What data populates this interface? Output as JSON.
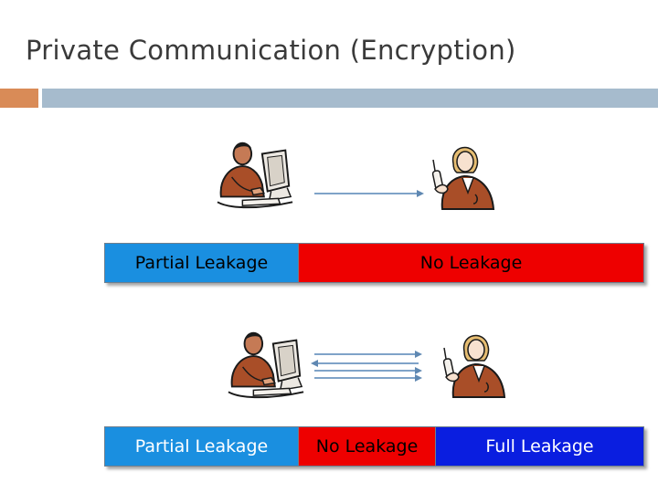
{
  "title": "Private Communication (Encryption)",
  "colors": {
    "accent_orange": "#d98b57",
    "accent_blue": "#a6bbcd",
    "partial": "#1a8fe0",
    "no_leakage": "#ee0000",
    "full": "#0a1ee0",
    "arrow": "#7fa3c8"
  },
  "scene1": {
    "sender_icon": "man-at-computer-icon",
    "receiver_icon": "woman-with-phone-icon",
    "arrows": 1,
    "bar": [
      {
        "label": "Partial Leakage",
        "color": "partial"
      },
      {
        "label": "No Leakage",
        "color": "no_leakage"
      }
    ]
  },
  "scene2": {
    "sender_icon": "man-at-computer-icon",
    "receiver_icon": "woman-with-phone-icon",
    "arrows": 4,
    "bar": [
      {
        "label": "Partial Leakage",
        "color": "partial"
      },
      {
        "label": "No Leakage",
        "color": "no_leakage"
      },
      {
        "label": "Full Leakage",
        "color": "full"
      }
    ]
  }
}
